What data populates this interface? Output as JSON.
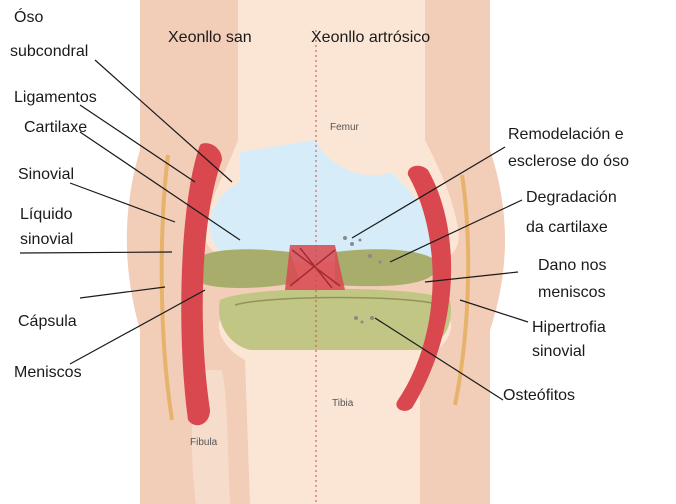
{
  "headers": {
    "healthy": "Xeonllo san",
    "arthritic": "Xeonllo artrósico"
  },
  "bones": {
    "femur": "Femur",
    "tibia": "Tibia",
    "fibula": "Fibula"
  },
  "labels_left": {
    "subchondral_1": "Óso",
    "subchondral_2": "subcondral",
    "ligaments": "Ligamentos",
    "cartilage": "Cartilaxe",
    "synovial": "Sinovial",
    "fluid_1": "Líquido",
    "fluid_2": "sinovial",
    "capsule": "Cápsula",
    "menisci": "Meniscos"
  },
  "labels_right": {
    "remodel_1": "Remodelación e",
    "remodel_2": "esclerose do óso",
    "degradation_1": "Degradación",
    "degradation_2": "da cartilaxe",
    "meniscus_damage_1": "Dano nos",
    "meniscus_damage_2": "meniscos",
    "hypertrophy_1": "Hipertrofia",
    "hypertrophy_2": "sinovial",
    "osteophytes": "Osteófitos"
  },
  "colors": {
    "skin": "#f2cdb8",
    "bone": "#fbe6d6",
    "cartilage": "#d6ecf8",
    "muscle": "#d9474f",
    "meniscus": "#a8ad6b",
    "capsule": "#e7b36b"
  }
}
